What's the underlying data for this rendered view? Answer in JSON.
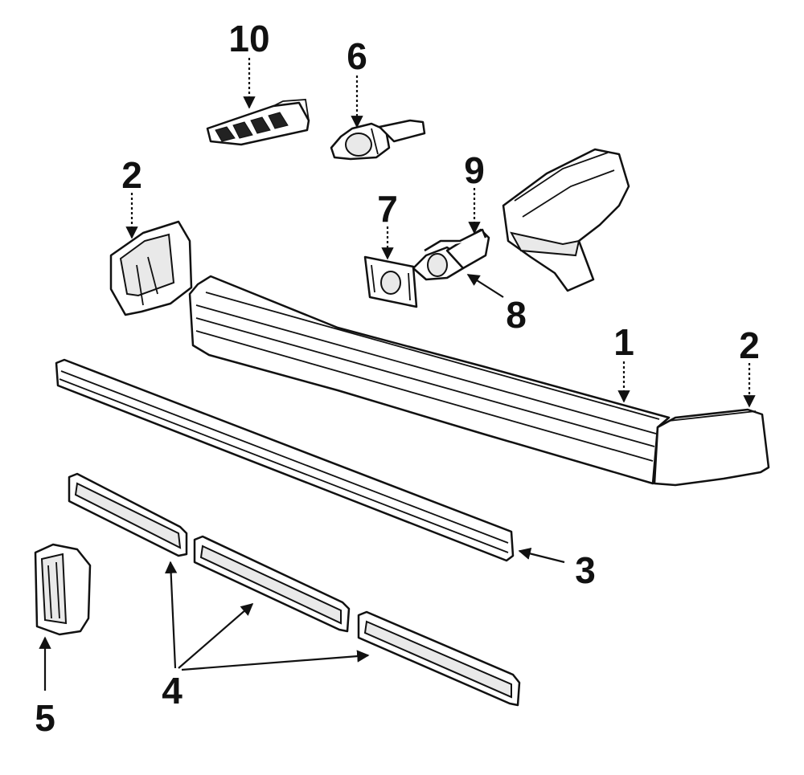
{
  "callouts": {
    "c1": "1",
    "c2_left": "2",
    "c2_right": "2",
    "c3": "3",
    "c4": "4",
    "c5": "5",
    "c6": "6",
    "c7": "7",
    "c8": "8",
    "c9": "9",
    "c10": "10"
  }
}
